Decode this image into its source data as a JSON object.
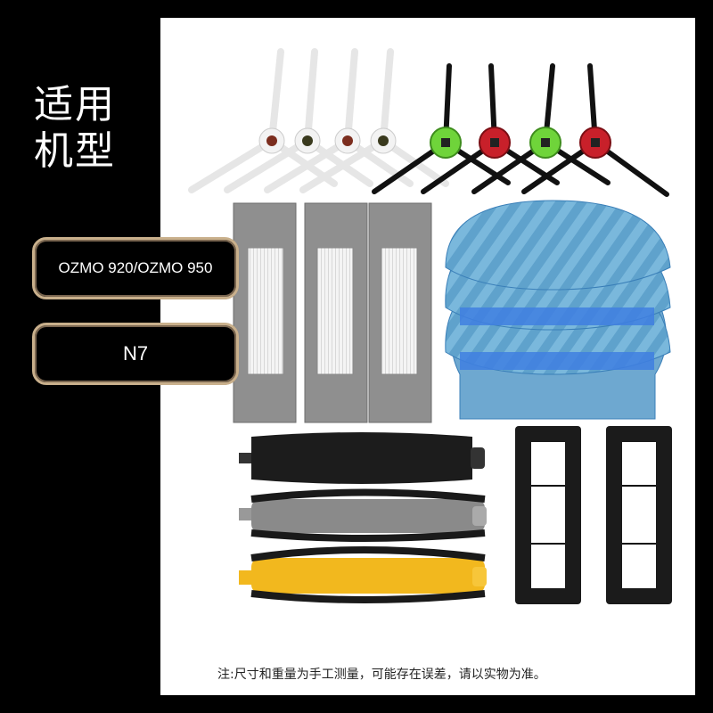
{
  "title": "适用\n机型",
  "title_line1": "适用",
  "title_line2": "机型",
  "models": [
    {
      "label": "OZMO 920/OZMO 950"
    },
    {
      "label": "N7"
    }
  ],
  "note": "注:尺寸和重量为手工测量，可能存在误差，请以实物为准。",
  "colors": {
    "accent_gold": "#c9b08c",
    "side_brush_green": "#6fd43a",
    "side_brush_red": "#c8202a",
    "mop_blue": "#6fb3d8",
    "main_brush_yellow": "#f2b81e",
    "filter_gray": "#8f8f8f"
  }
}
